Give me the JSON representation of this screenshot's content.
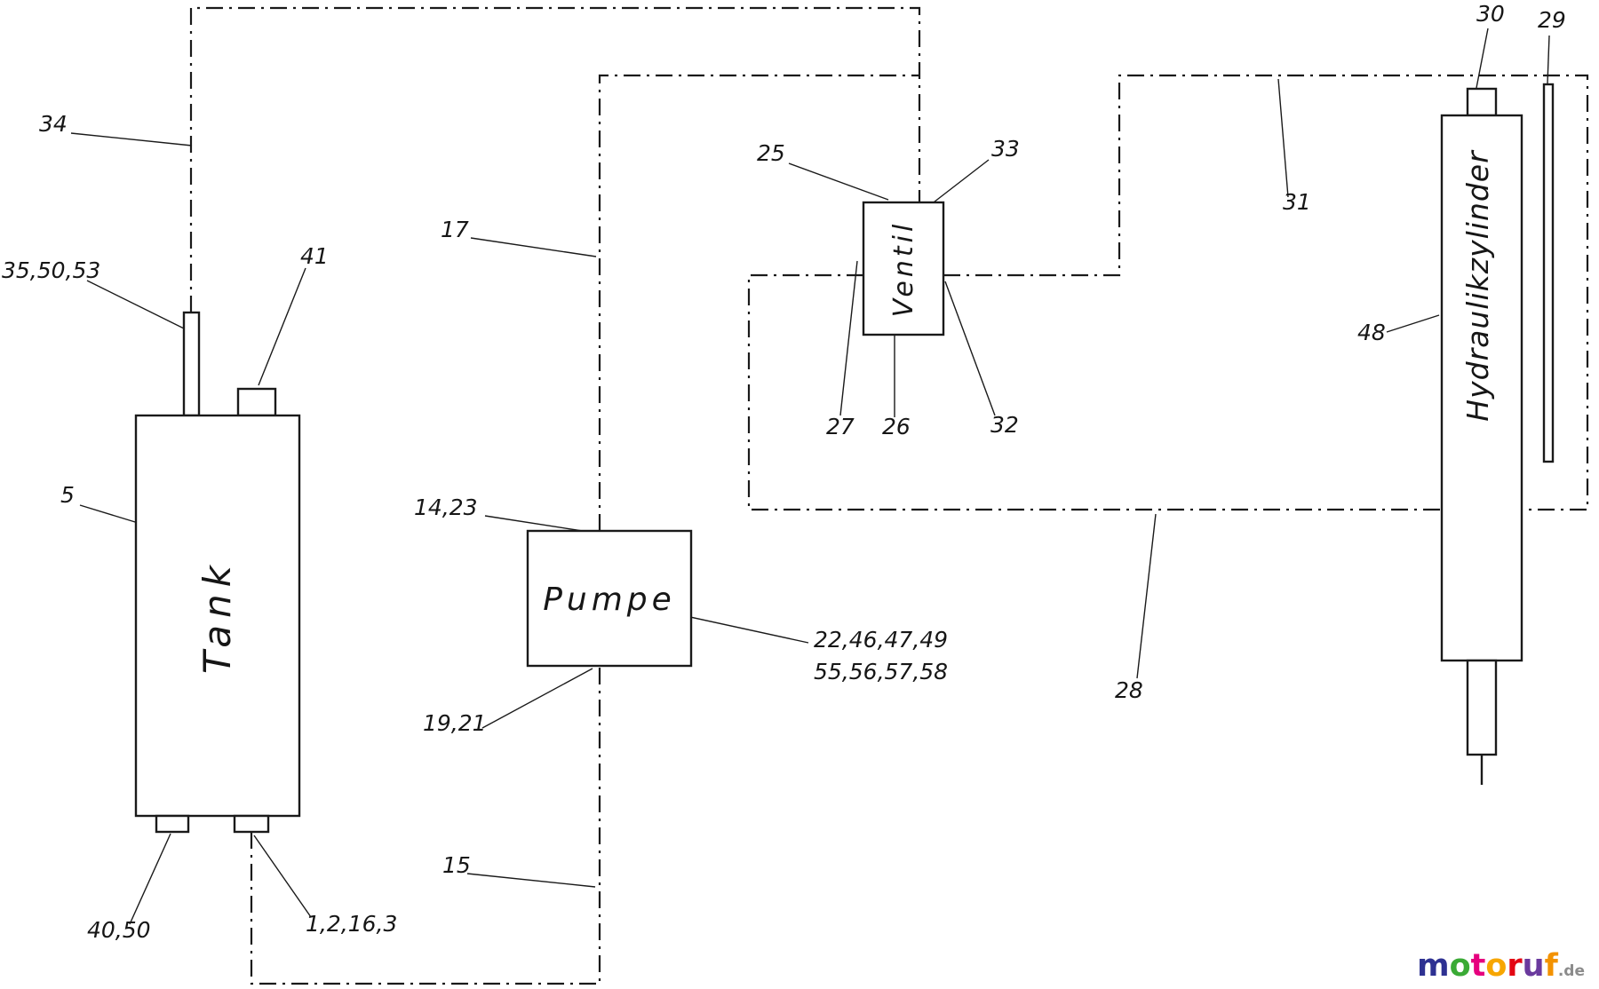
{
  "diagram": {
    "components": {
      "tank": "Tank",
      "pumpe": "Pumpe",
      "ventil": "Ventil",
      "zylinder": "Hydraulikzylinder"
    },
    "labels": {
      "n34": "34",
      "n35_50_53": "35,50,53",
      "n41": "41",
      "n5": "5",
      "n17": "17",
      "n14_23": "14,23",
      "n19_21": "19,21",
      "n15": "15",
      "n40_50": "40,50",
      "n1_2_16_3": "1,2,16,3",
      "n25": "25",
      "n33": "33",
      "n27": "27",
      "n26": "26",
      "n32": "32",
      "n31": "31",
      "n28": "28",
      "n48": "48",
      "n30": "30",
      "n29": "29",
      "n22_46_47_49": "22,46,47,49",
      "n55_56_57_58": "55,56,57,58"
    },
    "line_color": "#1a1a1a"
  },
  "logo": {
    "letters": [
      {
        "ch": "m",
        "color": "#2e3192"
      },
      {
        "ch": "o",
        "color": "#3aaa35"
      },
      {
        "ch": "t",
        "color": "#e6007e"
      },
      {
        "ch": "o",
        "color": "#f7a600"
      },
      {
        "ch": "r",
        "color": "#e30613"
      },
      {
        "ch": "u",
        "color": "#6a3a9e"
      },
      {
        "ch": "f",
        "color": "#f39200"
      }
    ],
    "suffix": ".de",
    "suffix_color": "#8c8c8c"
  }
}
